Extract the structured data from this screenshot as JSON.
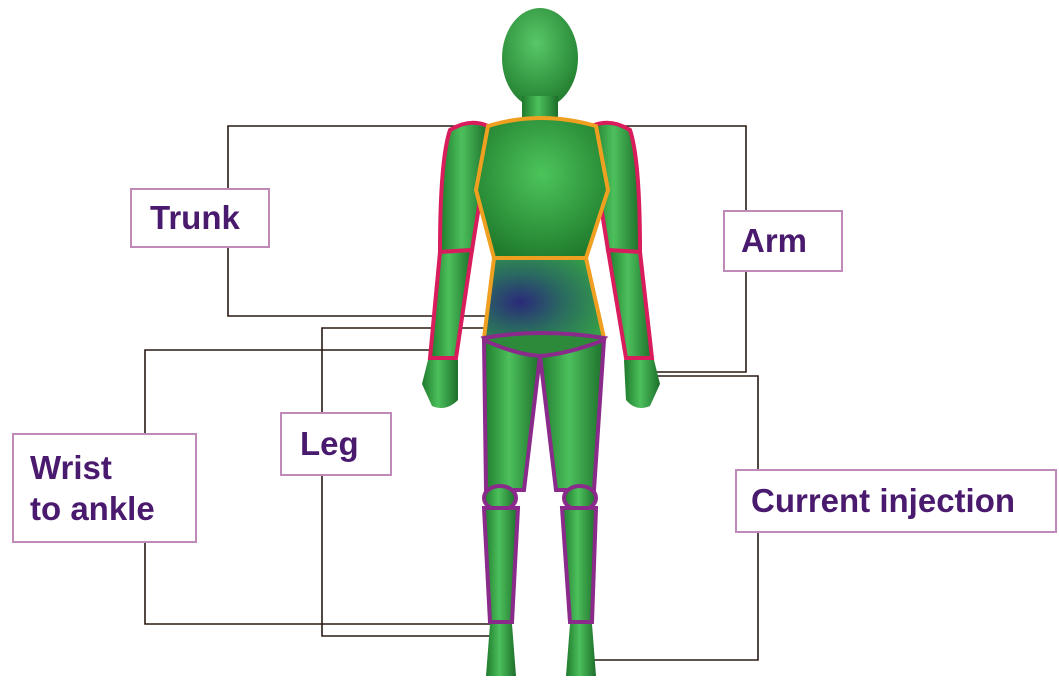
{
  "labels": {
    "trunk": "Trunk",
    "arm": "Arm",
    "leg": "Leg",
    "wrist_to_ankle_line1": "Wrist",
    "wrist_to_ankle_line2": "to ankle",
    "current_injection": "Current injection"
  },
  "colors": {
    "body": "#2f9a3c",
    "trunk_outline": "#f0a020",
    "arm_outline": "#d81c5c",
    "leg_outline": "#8a2a8a",
    "label_border": "#c08ab8",
    "label_text": "#4a1a6e",
    "wire": "#2a1a14"
  }
}
